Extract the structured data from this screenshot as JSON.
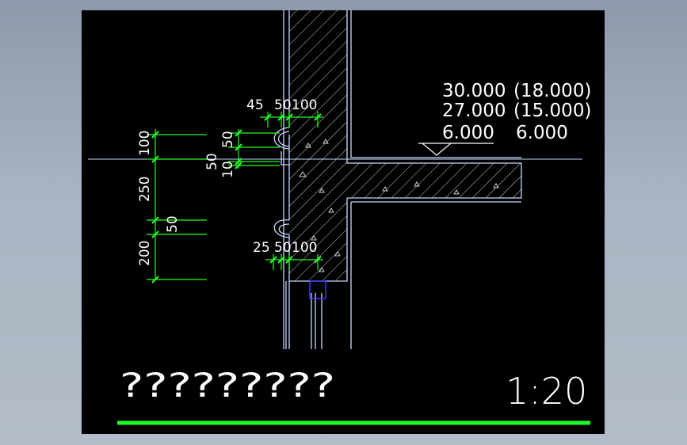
{
  "drawing": {
    "title": "?????????",
    "scale": "1:20",
    "level_marks": {
      "row1": {
        "a": "30.000",
        "b": "(18.000)"
      },
      "row2": {
        "a": "27.000",
        "b": "(15.000)"
      },
      "row3": {
        "a": "6.000",
        "b": "6.000"
      }
    },
    "dims_top": {
      "d45": "45",
      "d50": "50",
      "d100": "100"
    },
    "dims_bottom": {
      "d25": "25",
      "d50": "50",
      "d100": "100"
    },
    "dims_left_main": {
      "d100": "100",
      "d250": "250",
      "d200": "200"
    },
    "dims_left_detail": {
      "d50a": "50",
      "d50b": "50",
      "d10": "10",
      "d50c": "50"
    }
  },
  "colors": {
    "background": "#000000",
    "outline": "#c9d8ff",
    "hatch": "#d6d6d6",
    "dimension": "#22ff22",
    "text": "#ffffff",
    "window_box": "#3a3aff"
  }
}
